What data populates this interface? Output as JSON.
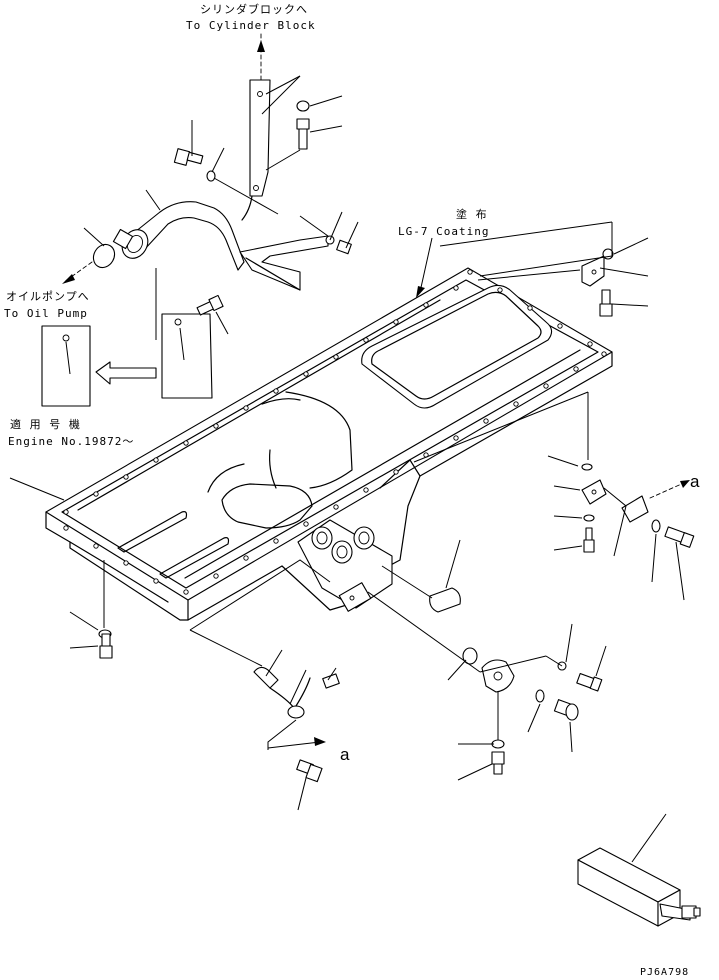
{
  "labels": {
    "cyl_jp": "シリンダブロックへ",
    "cyl_en": "To Cylinder Block",
    "coat_jp": "塗 布",
    "coat_en": "LG-7 Coating",
    "oilpump_jp": "オイルポンプへ",
    "oilpump_en": "To Oil Pump",
    "serial_jp": "適 用 号 機",
    "serial_en": "Engine No.19872～",
    "ref_a_right": "a",
    "ref_a_bottom": "a",
    "drawing_no": "PJ6A798"
  }
}
